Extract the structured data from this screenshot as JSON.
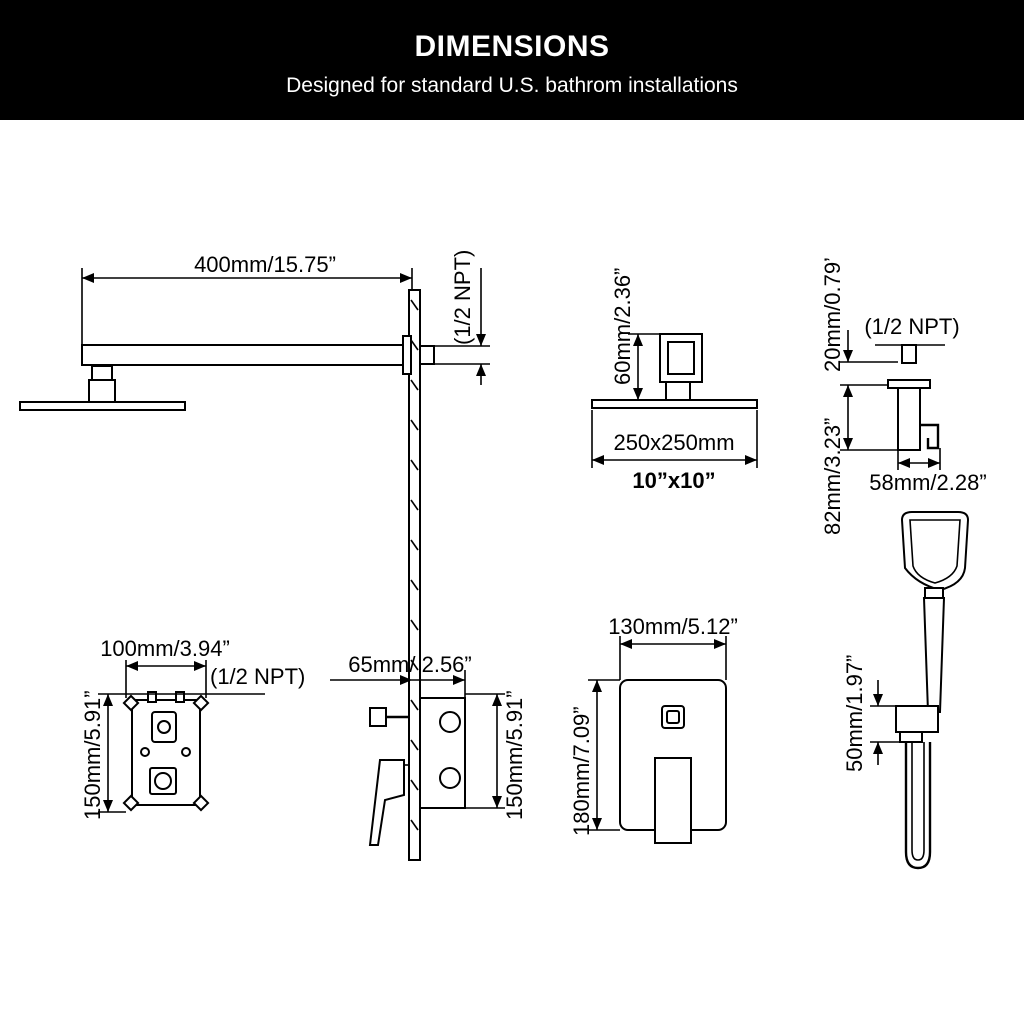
{
  "header": {
    "title": "DIMENSIONS",
    "subtitle": "Designed for standard U.S. bathrom installations"
  },
  "labels": {
    "arm_length": "400mm/15.75”",
    "arm_thread": "(1/2 NPT)",
    "head_height": "60mm/2.36”",
    "head_size_mm": "250x250mm",
    "head_size_in": "10”x10”",
    "holder_top": "20mm/0.79’",
    "holder_thread": "(1/2 NPT)",
    "holder_height": "82mm/3.23”",
    "holder_width": "58mm/2.28”",
    "valve_width": "100mm/3.94”",
    "valve_thread": "(1/2 NPT)",
    "valve_height": "150mm/5.91”",
    "valve_depth": "65mm/ 2.56”",
    "valve_side_height": "150mm/5.91”",
    "trim_width": "130mm/5.12”",
    "trim_height": "180mm/7.09”",
    "handheld_height": "50mm/1.97”"
  }
}
